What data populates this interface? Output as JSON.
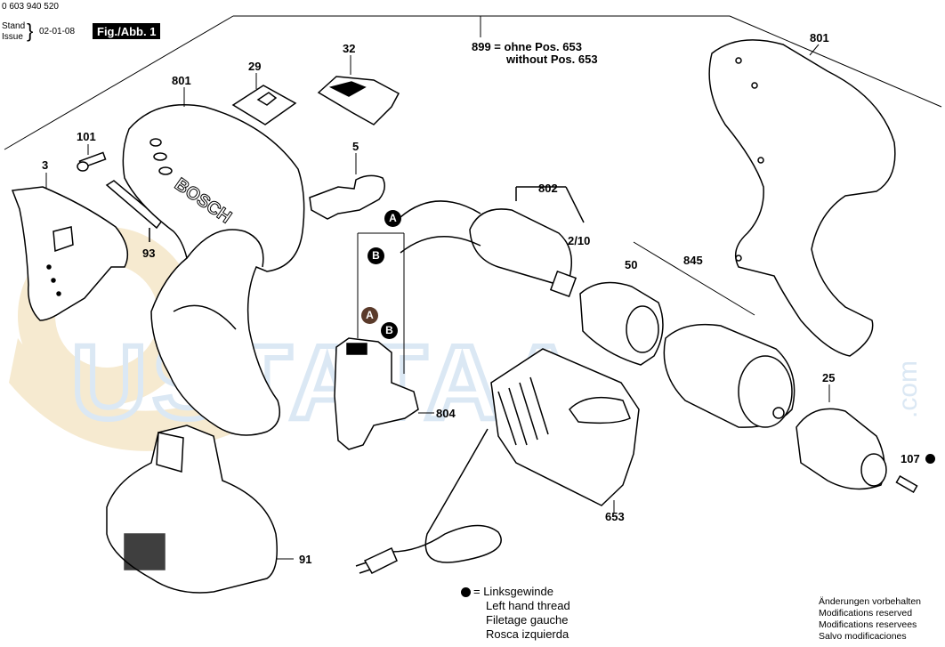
{
  "header": {
    "part_number": "0 603 940 520",
    "stand_label": "Stand",
    "issue_label": "Issue",
    "date": "02-01-08",
    "figure_label": "Fig./Abb. 1"
  },
  "note": {
    "line1": "899 = ohne Pos. 653",
    "line2": "without Pos. 653"
  },
  "watermark": {
    "text": "USTATAA",
    "suffix": ".com",
    "color": "#f3e6c2",
    "blue": "#dbe8f4"
  },
  "brand": "BOSCH",
  "callouts": {
    "p801_left": "801",
    "p801_right": "801",
    "p29": "29",
    "p32": "32",
    "p101": "101",
    "p3": "3",
    "p93": "93",
    "p5": "5",
    "p802": "802",
    "p2_10": "2/10",
    "p50": "50",
    "p845": "845",
    "p804": "804",
    "p25": "25",
    "p107": "107",
    "p653": "653",
    "p91": "91"
  },
  "connectors": {
    "a": "A",
    "b": "B"
  },
  "legend": {
    "line1": "= Linksgewinde",
    "line2": "Left hand thread",
    "line3": "Filetage gauche",
    "line4": "Rosca izquierda"
  },
  "disclaimer": {
    "line1": "Änderungen vorbehalten",
    "line2": "Modifications reserved",
    "line3": "Modifications reservees",
    "line4": "Salvo modificaciones"
  }
}
